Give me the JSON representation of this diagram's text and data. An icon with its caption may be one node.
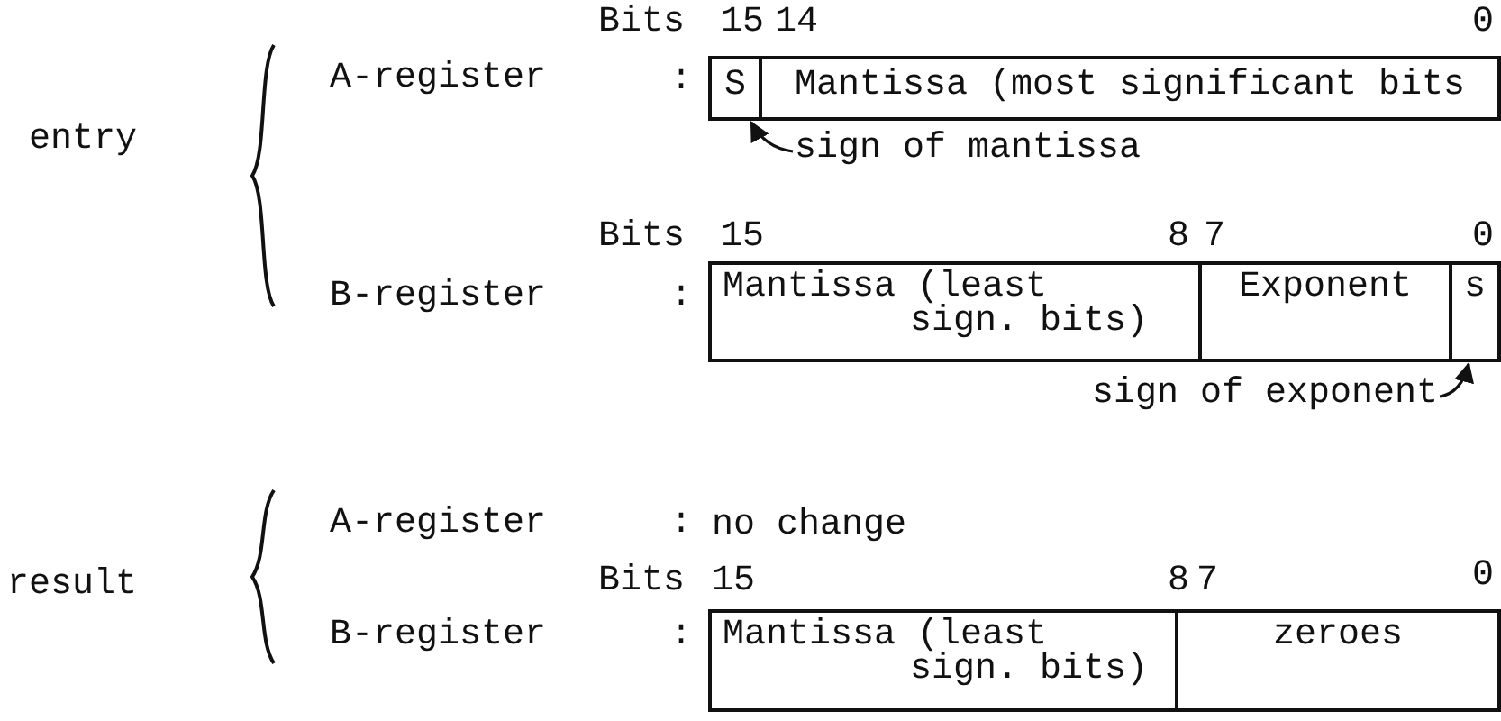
{
  "diagram": {
    "nodes": [
      {
        "text": [
          "S"
        ]
      },
      {
        "text": [
          "Mantissa (most significant bits"
        ]
      },
      {
        "text": [
          "sign of mantissa"
        ]
      },
      {
        "text": [
          "Mantissa (least sign. bits)"
        ]
      },
      {
        "text": [
          "Exponent"
        ]
      },
      {
        "text": [
          "s"
        ]
      },
      {
        "text": [
          "sign of exponent"
        ]
      },
      {
        "text": [
          "Mantissa (least sign. bits)"
        ]
      },
      {
        "text": [
          "zeroes"
        ]
      }
    ],
    "edges": [
      {
        "from": 2,
        "to": 0,
        "arrow": "to"
      },
      {
        "from": 6,
        "to": 5,
        "arrow": "to"
      }
    ],
    "labels": [
      "Bits",
      "15",
      "14",
      "0",
      "A-register",
      ":",
      "entry",
      "Bits",
      "15",
      "8",
      "7",
      "0",
      "B-register",
      ":",
      "A-register",
      ":",
      "no change",
      "result",
      "Bits",
      "15",
      "8",
      "7",
      "0",
      "B-register",
      ":"
    ]
  }
}
